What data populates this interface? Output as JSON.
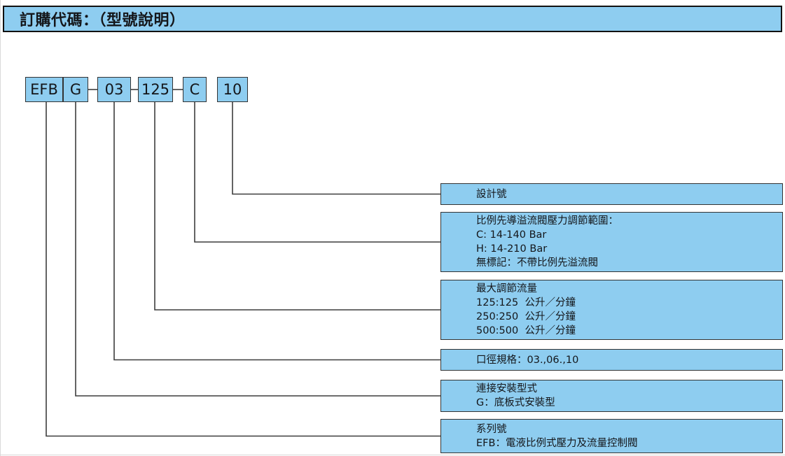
{
  "header": {
    "title": "訂購代碼：（型號說明）",
    "accent_color": "#8ecdf0",
    "border_color": "#111111"
  },
  "code_string": {
    "separator": "-",
    "tokens": [
      {
        "id": "series",
        "label": "EFB"
      },
      {
        "id": "mounting",
        "label": "G"
      },
      {
        "id": "size",
        "label": "03"
      },
      {
        "id": "flow",
        "label": "125"
      },
      {
        "id": "pressure",
        "label": "C"
      },
      {
        "id": "design",
        "label": "10"
      }
    ]
  },
  "descriptions": [
    {
      "id": "design-no",
      "for_token": "design",
      "lines": [
        "設計號"
      ]
    },
    {
      "id": "pressure-range",
      "for_token": "pressure",
      "lines": [
        "比例先導溢流閥壓力調節範圍：",
        "C: 14-140 Bar",
        "H: 14-210 Bar",
        "無標記：不帶比例先溢流閥"
      ]
    },
    {
      "id": "max-flow",
      "for_token": "flow",
      "lines": [
        "最大調節流量",
        "125:125  公升／分鐘",
        "250:250  公升／分鐘",
        "500:500  公升／分鐘"
      ]
    },
    {
      "id": "port-size",
      "for_token": "size",
      "lines": [
        "口徑規格：03.,06.,10"
      ]
    },
    {
      "id": "mounting-type",
      "for_token": "mounting",
      "lines": [
        "連接安裝型式",
        "G：底板式安裝型"
      ]
    },
    {
      "id": "series-no",
      "for_token": "series",
      "lines": [
        "系列號",
        "EFB：電液比例式壓力及流量控制閥"
      ]
    }
  ]
}
